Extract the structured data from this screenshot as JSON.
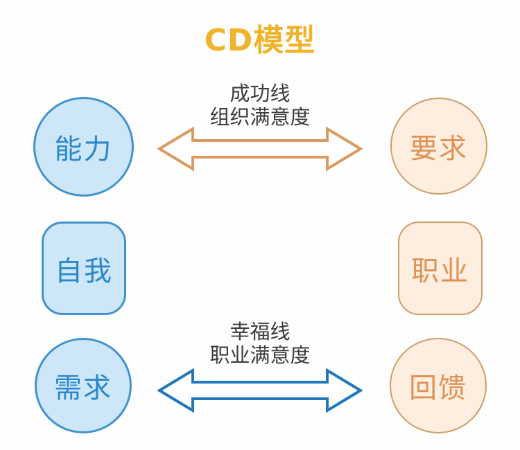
{
  "title": "CD模型",
  "theme": {
    "title-color": "#F0B42C",
    "blue-fill": "#CDE7F8",
    "blue-border": "#4193CD",
    "blue-text": "#2B87CB",
    "orange-fill": "#FDEEDF",
    "orange-border": "#D09C66",
    "orange-text": "#E09255",
    "arrow-orange": "#DA9A60",
    "arrow-blue": "#2077BC",
    "label-color": "#3C3C3C",
    "bg": "#FEFEFE"
  },
  "left_column": {
    "top_circle": "能力",
    "middle_square": "自我",
    "bottom_circle": "需求"
  },
  "right_column": {
    "top_circle": "要求",
    "middle_square": "职业",
    "bottom_circle": "回馈"
  },
  "connections": {
    "top": {
      "line1": "成功线",
      "line2": "组织满意度",
      "color": "#DA9A60"
    },
    "bottom": {
      "line1": "幸福线",
      "line2": "职业满意度",
      "color": "#2077BC"
    }
  }
}
